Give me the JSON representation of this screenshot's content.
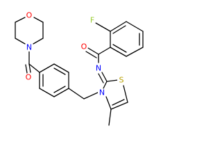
{
  "structure": {
    "atoms": {
      "fluorine": "F",
      "amide_oxygen": "O",
      "imine_nitrogen": "N",
      "thiazole_sulfur": "S",
      "thiazole_nitrogen": "N",
      "carbonyl_oxygen": "O",
      "morpholine_nitrogen": "N",
      "morpholine_oxygen": "O"
    },
    "colors": {
      "bond": "#000000",
      "fluorine": "#9acd32",
      "oxygen": "#ff0000",
      "nitrogen": "#0000ff",
      "sulfur": "#b8a000"
    }
  }
}
